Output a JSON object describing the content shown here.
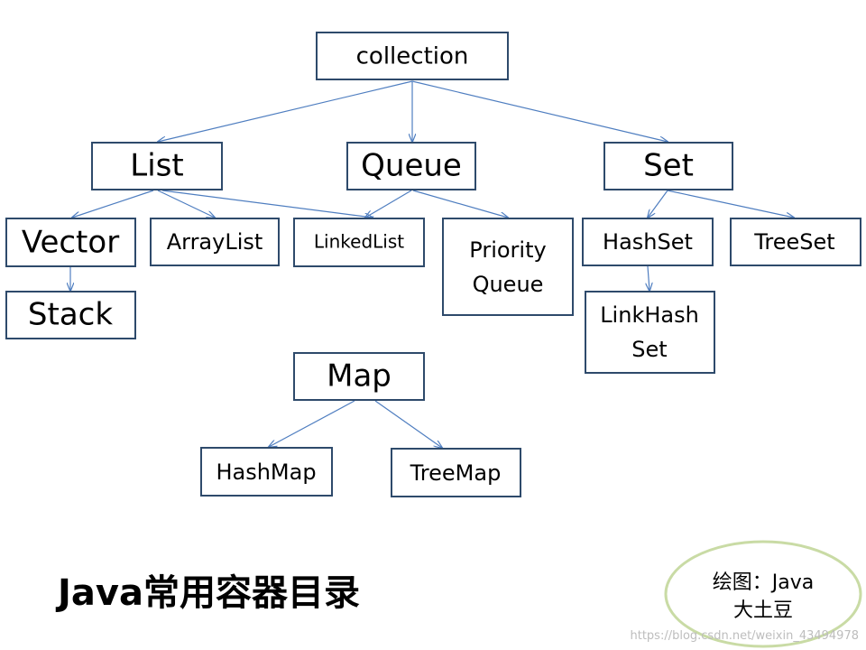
{
  "nodes": {
    "collection": "collection",
    "list": "List",
    "queue": "Queue",
    "set": "Set",
    "vector": "Vector",
    "arraylist": "ArrayList",
    "linkedlist": "LinkedList",
    "priorityqueue_l1": "Priority",
    "priorityqueue_l2": "Queue",
    "hashset": "HashSet",
    "treeset": "TreeSet",
    "stack": "Stack",
    "linkhashset_l1": "LinkHash",
    "linkhashset_l2": "Set",
    "map": "Map",
    "hashmap": "HashMap",
    "treemap": "TreeMap"
  },
  "edges": [
    [
      "collection",
      "list"
    ],
    [
      "collection",
      "queue"
    ],
    [
      "collection",
      "set"
    ],
    [
      "list",
      "vector"
    ],
    [
      "list",
      "arraylist"
    ],
    [
      "list",
      "linkedlist"
    ],
    [
      "queue",
      "linkedlist"
    ],
    [
      "queue",
      "priorityqueue"
    ],
    [
      "set",
      "hashset"
    ],
    [
      "set",
      "treeset"
    ],
    [
      "vector",
      "stack"
    ],
    [
      "hashset",
      "linkhashset"
    ],
    [
      "map",
      "hashmap"
    ],
    [
      "map",
      "treemap"
    ]
  ],
  "title": "Java常用容器目录",
  "credit": {
    "line1": "绘图：Java",
    "line2": "大土豆"
  },
  "watermark": "https://blog.csdn.net/weixin_43494978",
  "colors": {
    "box_border": "#2e4a6b",
    "edge": "#4f7ec0",
    "oval_border": "#c9dba5"
  }
}
